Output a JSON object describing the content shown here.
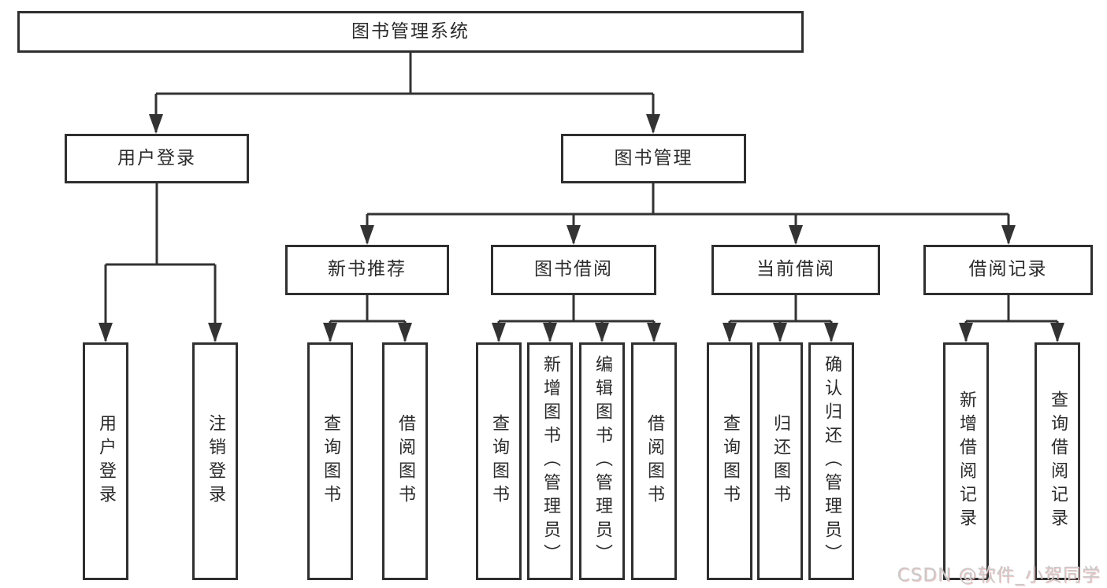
{
  "diagram": {
    "root": "图书管理系统",
    "level2": {
      "user_login": "用户登录",
      "book_mgmt": "图书管理"
    },
    "level3": {
      "new_rec": "新书推荐",
      "borrow": "图书借阅",
      "current": "当前借阅",
      "record": "借阅记录"
    },
    "leaves": {
      "login": "用户登录",
      "logout": "注销登录",
      "rec_query": "查询图书",
      "rec_borrow": "借阅图书",
      "bor_query": "查询图书",
      "bor_add": "新增图书（管理员）",
      "bor_edit": "编辑图书（管理员）",
      "bor_do": "借阅图书",
      "cur_query": "查询图书",
      "cur_return": "归还图书",
      "cur_confirm": "确认归还（管理员）",
      "recd_add": "新增借阅记录",
      "recd_query": "查询借阅记录"
    }
  },
  "watermark": "CSDN @软件_小贺同学",
  "colors": {
    "line": "#333333",
    "box_border": "#2f2f2f",
    "text": "#2b2b2b",
    "watermark": "#c9c9c9",
    "background": "#ffffff"
  }
}
